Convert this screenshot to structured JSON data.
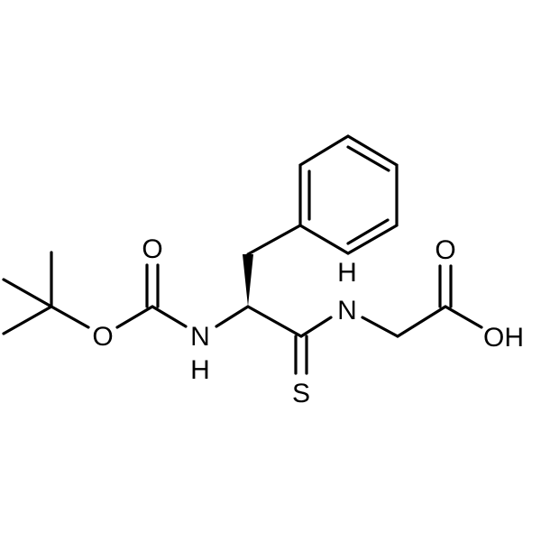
{
  "colors": {
    "background": "#ffffff",
    "ink": "#000000"
  },
  "atoms": {
    "ester_carbonyl_O": "O",
    "ester_O": "O",
    "carbamate_N": "N",
    "carbamate_H": "H",
    "amide_N": "N",
    "amide_H": "H",
    "thio_S": "S",
    "acid_carbonyl_O": "O",
    "acid_OH": "OH"
  }
}
